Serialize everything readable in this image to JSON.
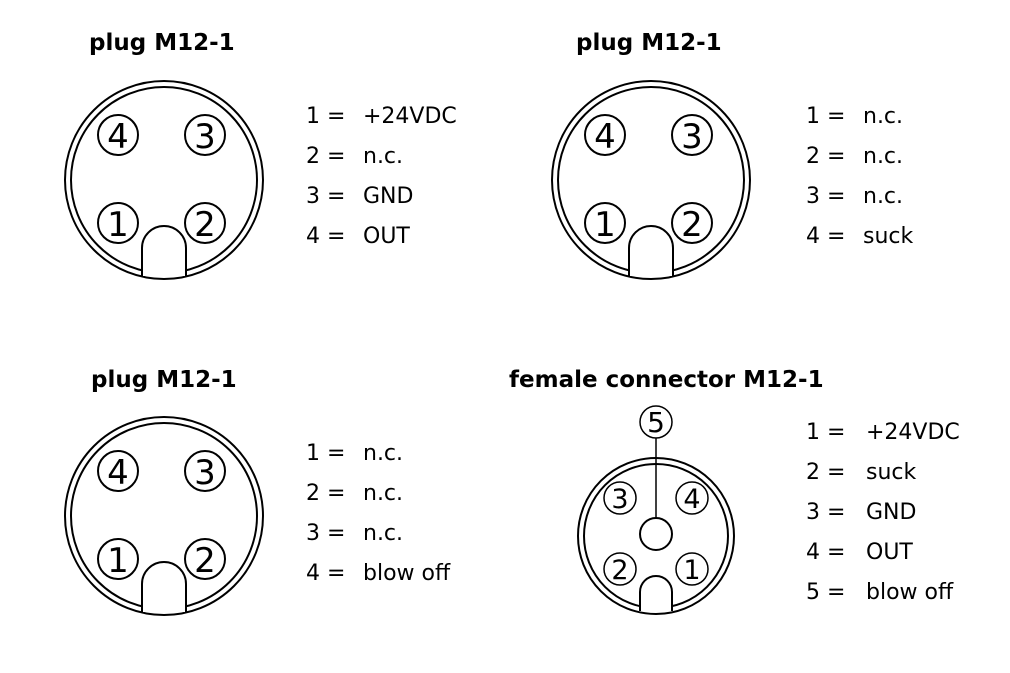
{
  "diagrams": [
    {
      "title": "plug M12-1",
      "pins": [
        {
          "num": "1 =",
          "signal": "+24VDC"
        },
        {
          "num": "2 =",
          "signal": "n.c."
        },
        {
          "num": "3 =",
          "signal": "GND"
        },
        {
          "num": "4 =",
          "signal": "OUT"
        }
      ]
    },
    {
      "title": "plug M12-1",
      "pins": [
        {
          "num": "1 =",
          "signal": "n.c."
        },
        {
          "num": "2 =",
          "signal": "n.c."
        },
        {
          "num": "3 =",
          "signal": "n.c."
        },
        {
          "num": "4 =",
          "signal": "suck"
        }
      ]
    },
    {
      "title": "plug M12-1",
      "pins": [
        {
          "num": "1 =",
          "signal": "n.c."
        },
        {
          "num": "2 =",
          "signal": "n.c."
        },
        {
          "num": "3 =",
          "signal": "n.c."
        },
        {
          "num": "4 =",
          "signal": "blow off"
        }
      ]
    },
    {
      "title": "female connector M12-1",
      "pins": [
        {
          "num": "1 =",
          "signal": "+24VDC"
        },
        {
          "num": "2 =",
          "signal": "suck"
        },
        {
          "num": "3 =",
          "signal": "GND"
        },
        {
          "num": "4 =",
          "signal": "OUT"
        },
        {
          "num": "5 =",
          "signal": "blow off"
        }
      ]
    }
  ],
  "plug_pin_labels": [
    "4",
    "3",
    "1",
    "2"
  ],
  "female_pin_labels": [
    "3",
    "4",
    "2",
    "1",
    "5"
  ]
}
